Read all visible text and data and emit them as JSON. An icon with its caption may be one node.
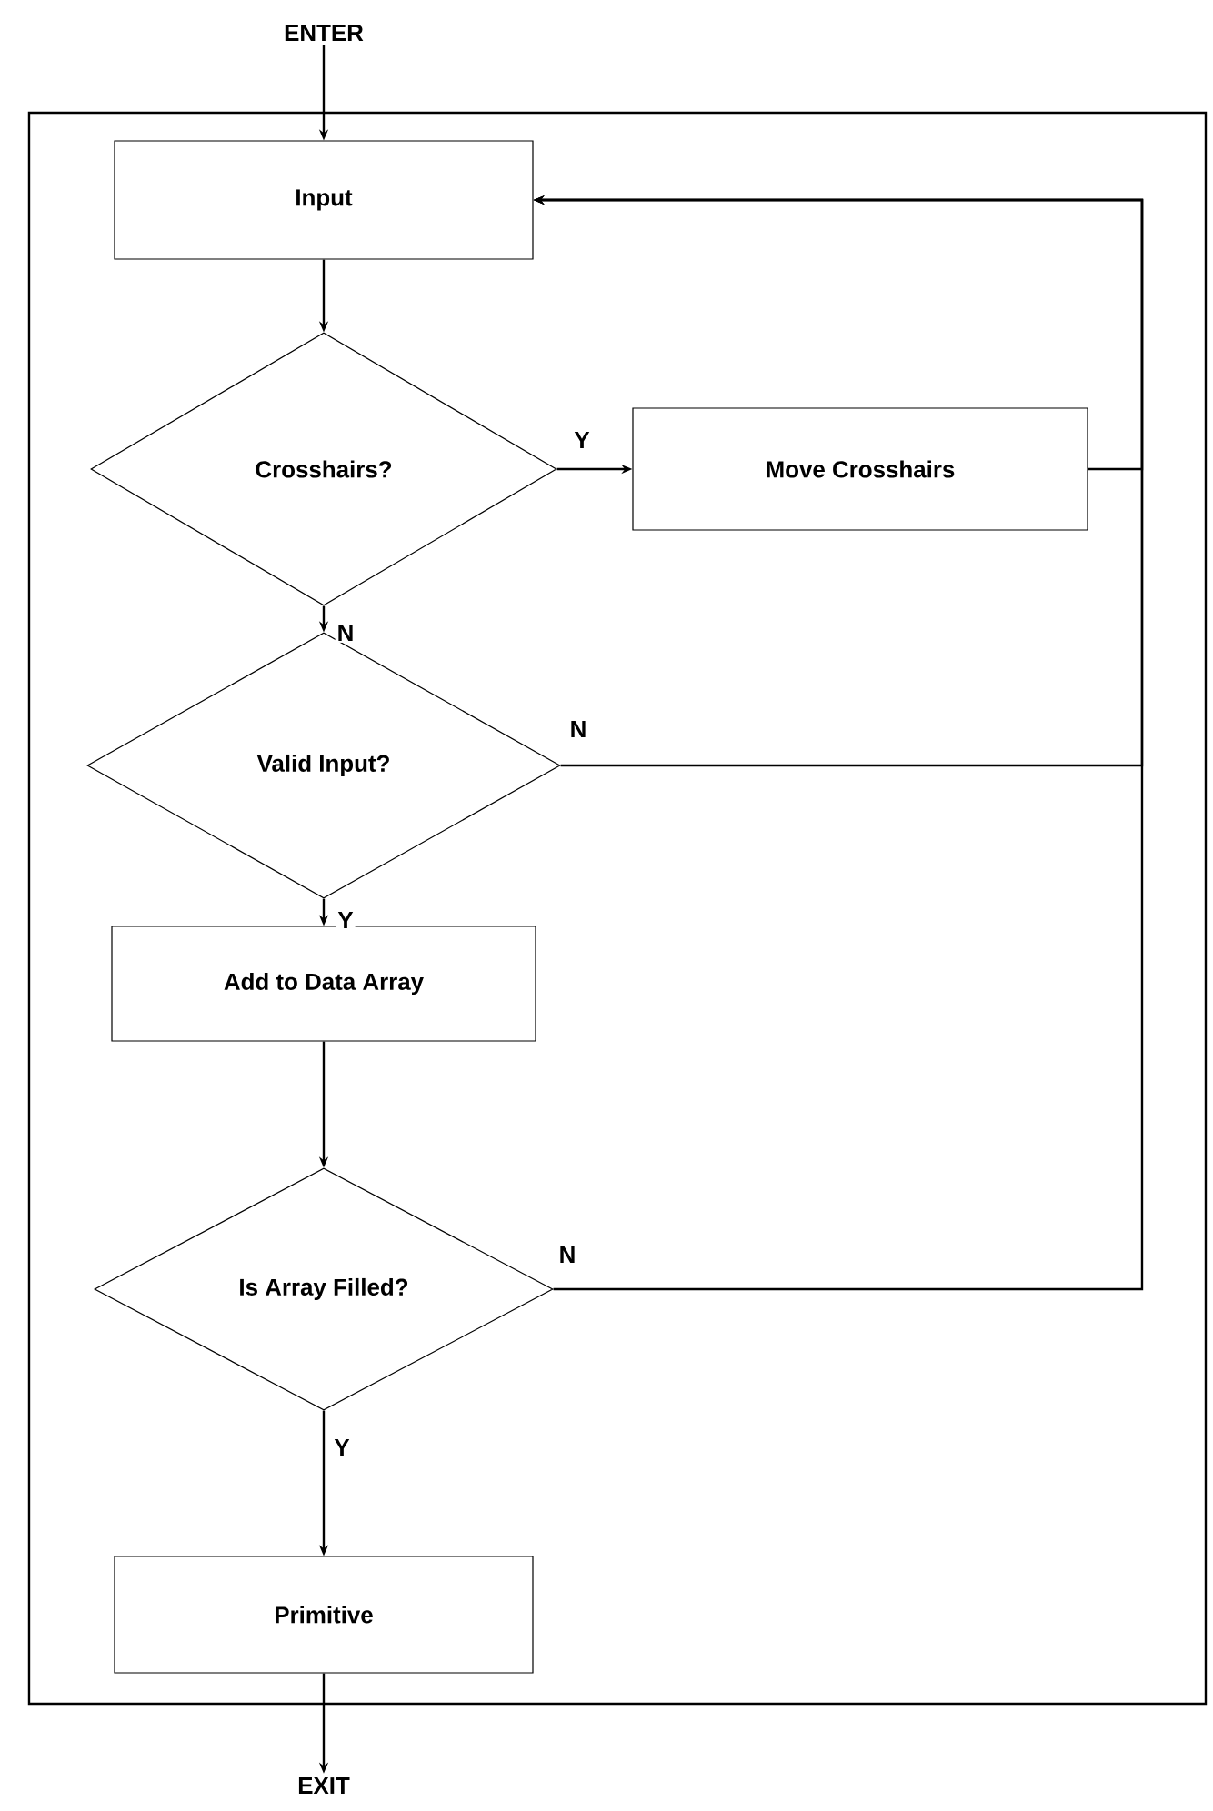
{
  "diagram": {
    "nodes": [
      {
        "text": [
          "ENTER"
        ]
      },
      {
        "text": [],
        "shape": "box"
      },
      {
        "text": [
          "Input"
        ],
        "in": 1
      },
      {
        "text": [
          "Crosshairs?"
        ],
        "in": 1
      },
      {
        "text": [
          "Move Crosshairs"
        ],
        "in": 1
      },
      {
        "text": [
          "Valid Input?"
        ],
        "in": 1
      },
      {
        "text": [
          "Add to Data Array"
        ],
        "in": 1
      },
      {
        "text": [
          "Is Array Filled?"
        ],
        "in": 1
      },
      {
        "text": [
          "Primitive"
        ],
        "in": 1
      },
      {
        "text": [
          "EXIT"
        ]
      }
    ],
    "edges": [
      {
        "from": 0,
        "to": 2,
        "arrow": "to"
      },
      {
        "from": 2,
        "to": 3,
        "arrow": "to"
      },
      {
        "from": 3,
        "to": 4,
        "arrow": "to",
        "label": "Y"
      },
      {
        "from": 3,
        "to": 5,
        "arrow": "to",
        "label": "N"
      },
      {
        "from": 4,
        "to": 2,
        "arrow": "to"
      },
      {
        "from": 5,
        "to": 2,
        "arrow": "to",
        "label": "N"
      },
      {
        "from": 5,
        "to": 6,
        "arrow": "to",
        "label": "Y"
      },
      {
        "from": 6,
        "to": 7,
        "arrow": "to"
      },
      {
        "from": 7,
        "to": 2,
        "arrow": "to",
        "label": "N"
      },
      {
        "from": 7,
        "to": 8,
        "arrow": "to",
        "label": "Y"
      },
      {
        "from": 8,
        "to": 9,
        "arrow": "to"
      }
    ]
  }
}
